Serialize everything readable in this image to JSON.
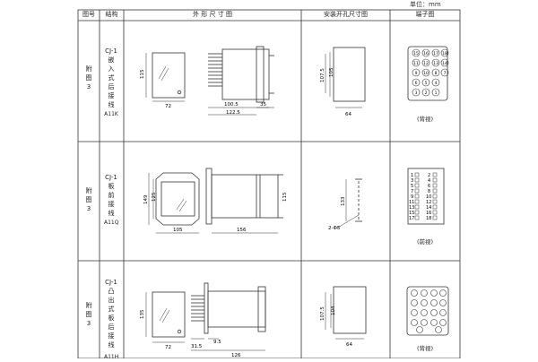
{
  "unit_label": "单位：mm",
  "headers": {
    "fig_no": "图号",
    "structure": "结构",
    "outline": "外 形 尺 寸 图",
    "mounting": "安装开孔尺寸图",
    "terminal": "端子图"
  },
  "rows": [
    {
      "fig": [
        "附",
        "图",
        "3"
      ],
      "model": "CJ-1",
      "desc": [
        "嵌",
        "入",
        "式",
        "后",
        "接",
        "线"
      ],
      "code": "A11K",
      "view": "(背视)",
      "dims": {
        "h": "115",
        "w": "72",
        "body": "100.5",
        "total": "122.5",
        "depth": "35",
        "cut_h1": "107.5",
        "cut_h2": "105",
        "cut_w": "64"
      },
      "terminals": [
        "15",
        "16",
        "17",
        "18",
        "11",
        "12",
        "13",
        "14",
        "9",
        "10",
        "8",
        "7",
        "6",
        "5",
        "4",
        "3",
        "2",
        "1"
      ]
    },
    {
      "fig": [
        "附",
        "图",
        "3"
      ],
      "model": "CJ-1",
      "desc": [
        "板",
        "前",
        "接",
        "线"
      ],
      "code": "A11Q",
      "view": "(前视)",
      "dims": {
        "h": "149",
        "h2": "125",
        "w": "105",
        "depth": "156",
        "side": "115",
        "cut_h": "133",
        "hole": "2-Φ5"
      },
      "terminals_left": [
        "1",
        "3",
        "5",
        "7",
        "9",
        "11",
        "13",
        "15",
        "17"
      ],
      "terminals_right": [
        "2",
        "4",
        "6",
        "8",
        "10",
        "12",
        "14",
        "16",
        "18"
      ]
    },
    {
      "fig": [
        "附",
        "图",
        "3"
      ],
      "model": "CJ-1",
      "desc": [
        "凸",
        "出",
        "式",
        "板",
        "后",
        "接",
        "线"
      ],
      "code": "A11H",
      "view": "(背视)",
      "dims": {
        "h": "135",
        "w": "72",
        "a": "31.5",
        "b": "9.5",
        "total": "126",
        "cut_h1": "107.5",
        "cut_h2": "104",
        "cut_w": "64"
      }
    }
  ]
}
